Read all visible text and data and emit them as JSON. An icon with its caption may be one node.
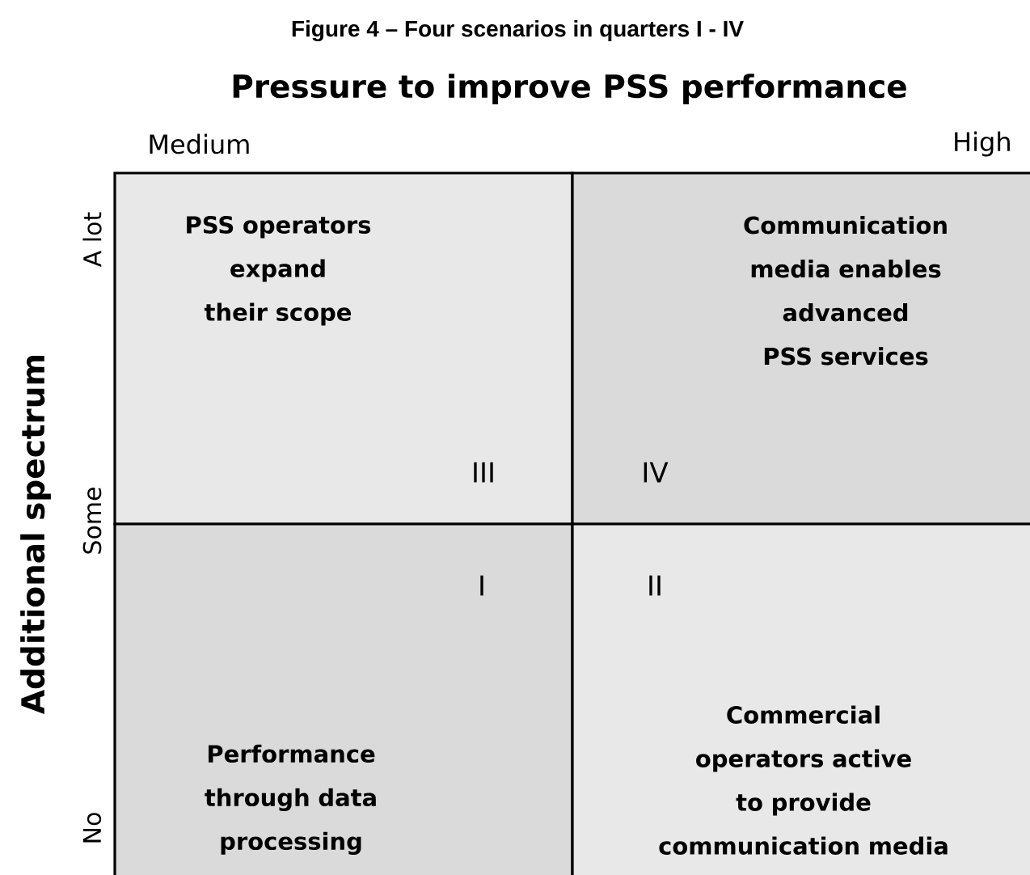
{
  "diagram": {
    "title": "Figure 4 – Four scenarios in quarters I - IV",
    "nodes": [
      {
        "text": [
          "PSS operators expand their scope",
          "III"
        ]
      },
      {
        "text": [
          "Communication media enables advanced PSS services",
          "IV"
        ]
      },
      {
        "text": [
          "I",
          "Performance through data processing"
        ]
      },
      {
        "text": [
          "II",
          "Commercial operators active to provide communication media"
        ]
      }
    ],
    "labels": [
      "Pressure to improve PSS performance",
      "Medium",
      "High",
      "Additional spectrum",
      "A lot",
      "Some",
      "No"
    ]
  }
}
